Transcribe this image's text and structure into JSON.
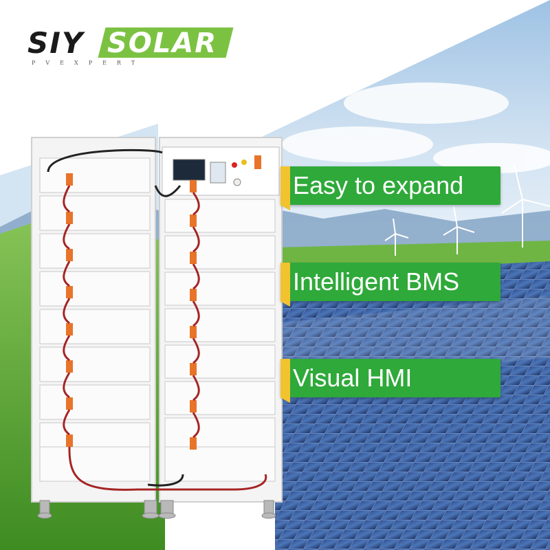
{
  "brand": {
    "name_dark": "SIY",
    "name_highlight": "SOLAR",
    "tagline": "PVEXPERT",
    "highlight_color": "#7cc242"
  },
  "features": [
    {
      "label": "Easy to expand"
    },
    {
      "label": "Intelligent BMS"
    },
    {
      "label": "Visual HMI"
    }
  ],
  "colors": {
    "feature_bg": "#2fa93a",
    "feature_accent": "#f2c32e",
    "cable_red": "#a52424",
    "connector_orange": "#e8742a",
    "grass": "#5fae38",
    "sky": "#cfe1f1"
  },
  "product": {
    "description": "two-column stacked rack of battery modules",
    "modules_per_column": 9
  }
}
